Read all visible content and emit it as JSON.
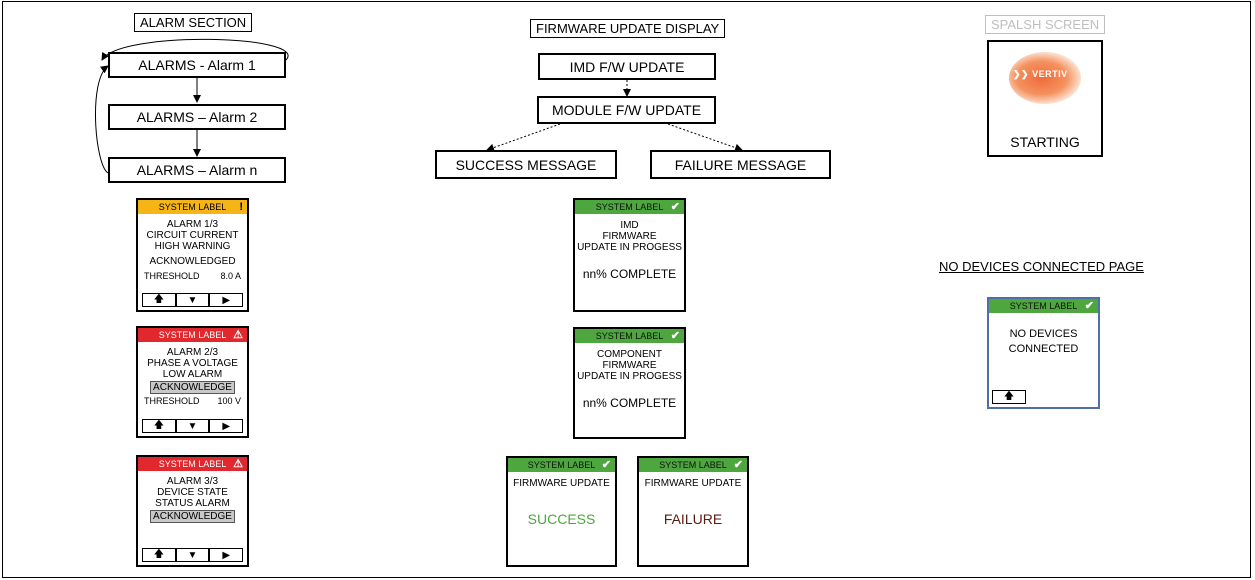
{
  "alarm_section": {
    "title": "ALARM SECTION",
    "flow": [
      "ALARMS - Alarm 1",
      "ALARMS – Alarm 2",
      "ALARMS – Alarm n"
    ],
    "screens": [
      {
        "header": "SYSTEM LABEL",
        "icon": "!",
        "lines": [
          "ALARM 1/3",
          "CIRCUIT CURRENT",
          "HIGH WARNING"
        ],
        "status": "ACKNOWLEDGED",
        "threshold_label": "THRESHOLD",
        "threshold_value": "8.0  A"
      },
      {
        "header": "SYSTEM LABEL",
        "icon": "⚠",
        "lines": [
          "ALARM 2/3",
          "PHASE A VOLTAGE",
          "LOW ALARM"
        ],
        "status": "ACKNOWLEDGE",
        "threshold_label": "THRESHOLD",
        "threshold_value": "100 V"
      },
      {
        "header": "SYSTEM LABEL",
        "icon": "⚠",
        "lines": [
          "ALARM 3/3",
          "DEVICE STATE",
          "STATUS ALARM"
        ],
        "status": "ACKNOWLEDGE"
      }
    ],
    "buttons": {
      "up": "🡅",
      "down": "▼",
      "next": "▶"
    }
  },
  "firmware_section": {
    "title": "FIRMWARE UPDATE DISPLAY",
    "flow": {
      "imd": "IMD F/W UPDATE",
      "module": "MODULE F/W UPDATE",
      "success": "SUCCESS MESSAGE",
      "failure": "FAILURE MESSAGE"
    },
    "screens": {
      "imd": {
        "header": "SYSTEM LABEL",
        "lines": [
          "IMD",
          "FIRMWARE",
          "UPDATE IN PROGESS"
        ],
        "progress": "nn% COMPLETE"
      },
      "component": {
        "header": "SYSTEM LABEL",
        "lines": [
          "COMPONENT",
          "FIRMWARE",
          "UPDATE IN PROGESS"
        ],
        "progress": "nn% COMPLETE"
      },
      "success": {
        "header": "SYSTEM LABEL",
        "line": "FIRMWARE UPDATE",
        "result": "SUCCESS"
      },
      "failure": {
        "header": "SYSTEM LABEL",
        "line": "FIRMWARE UPDATE",
        "result": "FAILURE"
      }
    }
  },
  "splash_section": {
    "title": "SPALSH SCREEN",
    "logo": "VERTIV",
    "status": "STARTING"
  },
  "no_devices_section": {
    "title": "NO DEVICES CONNECTED PAGE",
    "header": "SYSTEM LABEL",
    "lines": [
      "NO DEVICES",
      "CONNECTED"
    ]
  },
  "colors": {
    "amber": "#f5b516",
    "red": "#e0282e",
    "green": "#4da63e",
    "success_text": "#4da63e",
    "failure_text": "#5a1a10",
    "no_devices_border": "#4f6fa6"
  }
}
